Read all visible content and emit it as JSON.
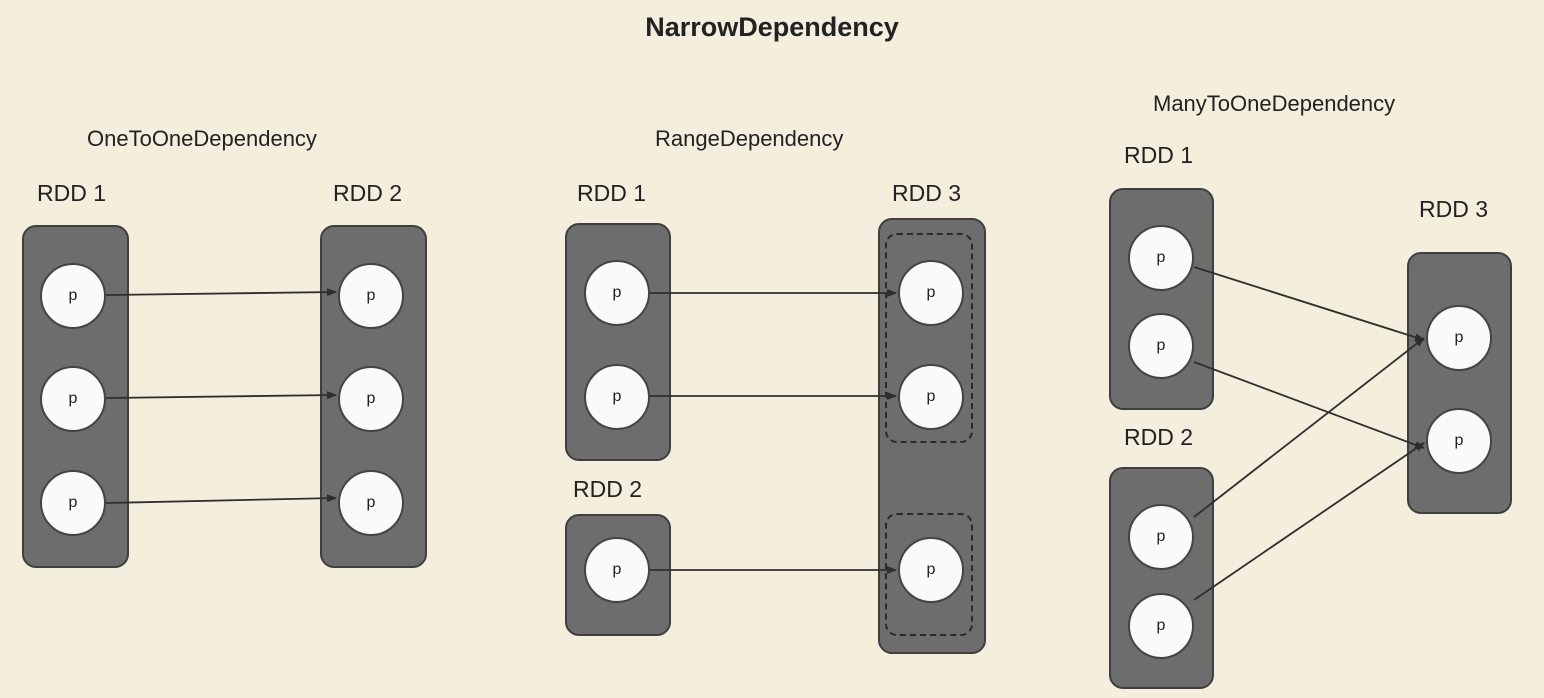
{
  "title": "NarrowDependency",
  "partition_label": "p",
  "sections": {
    "one_to_one": {
      "title": "OneToOneDependency",
      "rdd1": "RDD 1",
      "rdd2": "RDD 2"
    },
    "range": {
      "title": "RangeDependency",
      "rdd1": "RDD 1",
      "rdd2": "RDD 2",
      "rdd3": "RDD 3"
    },
    "many_to_one": {
      "title": "ManyToOneDependency",
      "rdd1": "RDD 1",
      "rdd2": "RDD 2",
      "rdd3": "RDD 3"
    }
  },
  "colors": {
    "background": "#f4eedd",
    "rdd_box": "#6d6d6d",
    "partition": "#fafafa",
    "arrow": "#333333"
  }
}
